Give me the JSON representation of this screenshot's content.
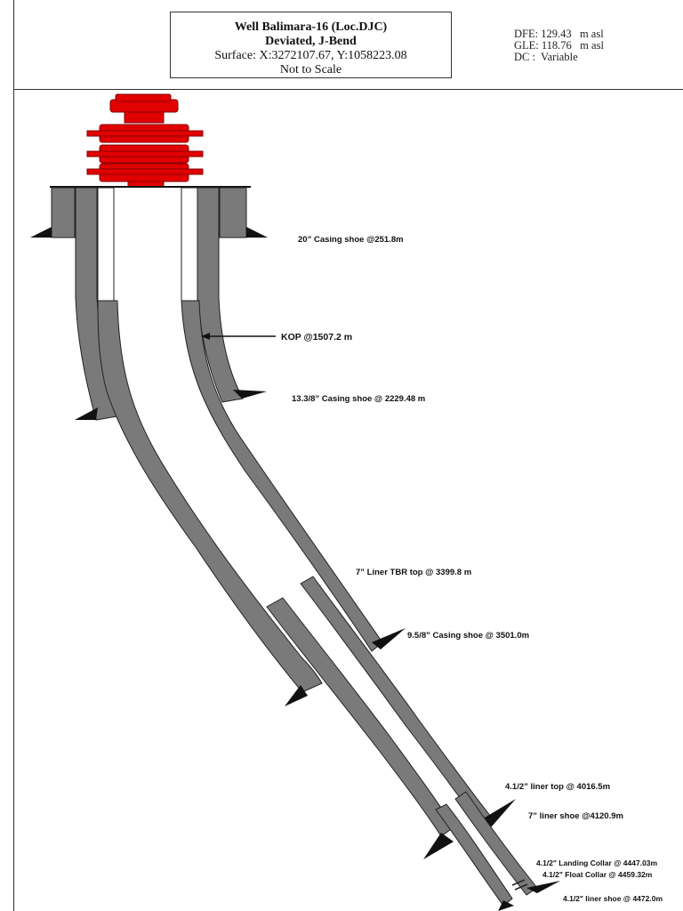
{
  "header": {
    "title": "Well Balimara-16 (Loc.DJC)",
    "subtitle": "Deviated, J-Bend",
    "surface": "Surface: X:3272107.67,  Y:1058223.08",
    "scale_note": "Not to Scale"
  },
  "datum": {
    "dfe": "DFE: 129.43   m asl",
    "gle": "GLE: 118.76   m asl",
    "dc": "DC :  Variable"
  },
  "labels": {
    "casing_20": "20” Casing shoe @251.8m",
    "kop": "KOP @1507.2 m",
    "casing_13": "13.3/8” Casing shoe @ 2229.48 m",
    "liner_tbr": "7” Liner TBR top @ 3399.8 m",
    "casing_95": "9.5/8” Casing shoe @ 3501.0m",
    "liner_412_top": "4.1/2” liner top @ 4016.5m",
    "liner_7_shoe": "7” liner shoe @4120.9m",
    "landing_collar": "4.1/2\" Landing Collar @  4447.03m",
    "float_collar": "4.1/2\" Float Collar @  4459.32m",
    "liner_412_shoe": "4.1/2\" liner shoe @  4472.0m"
  },
  "colors": {
    "casing": "#7a7a7a",
    "outline": "#222222",
    "wellhead": "#e10000"
  }
}
